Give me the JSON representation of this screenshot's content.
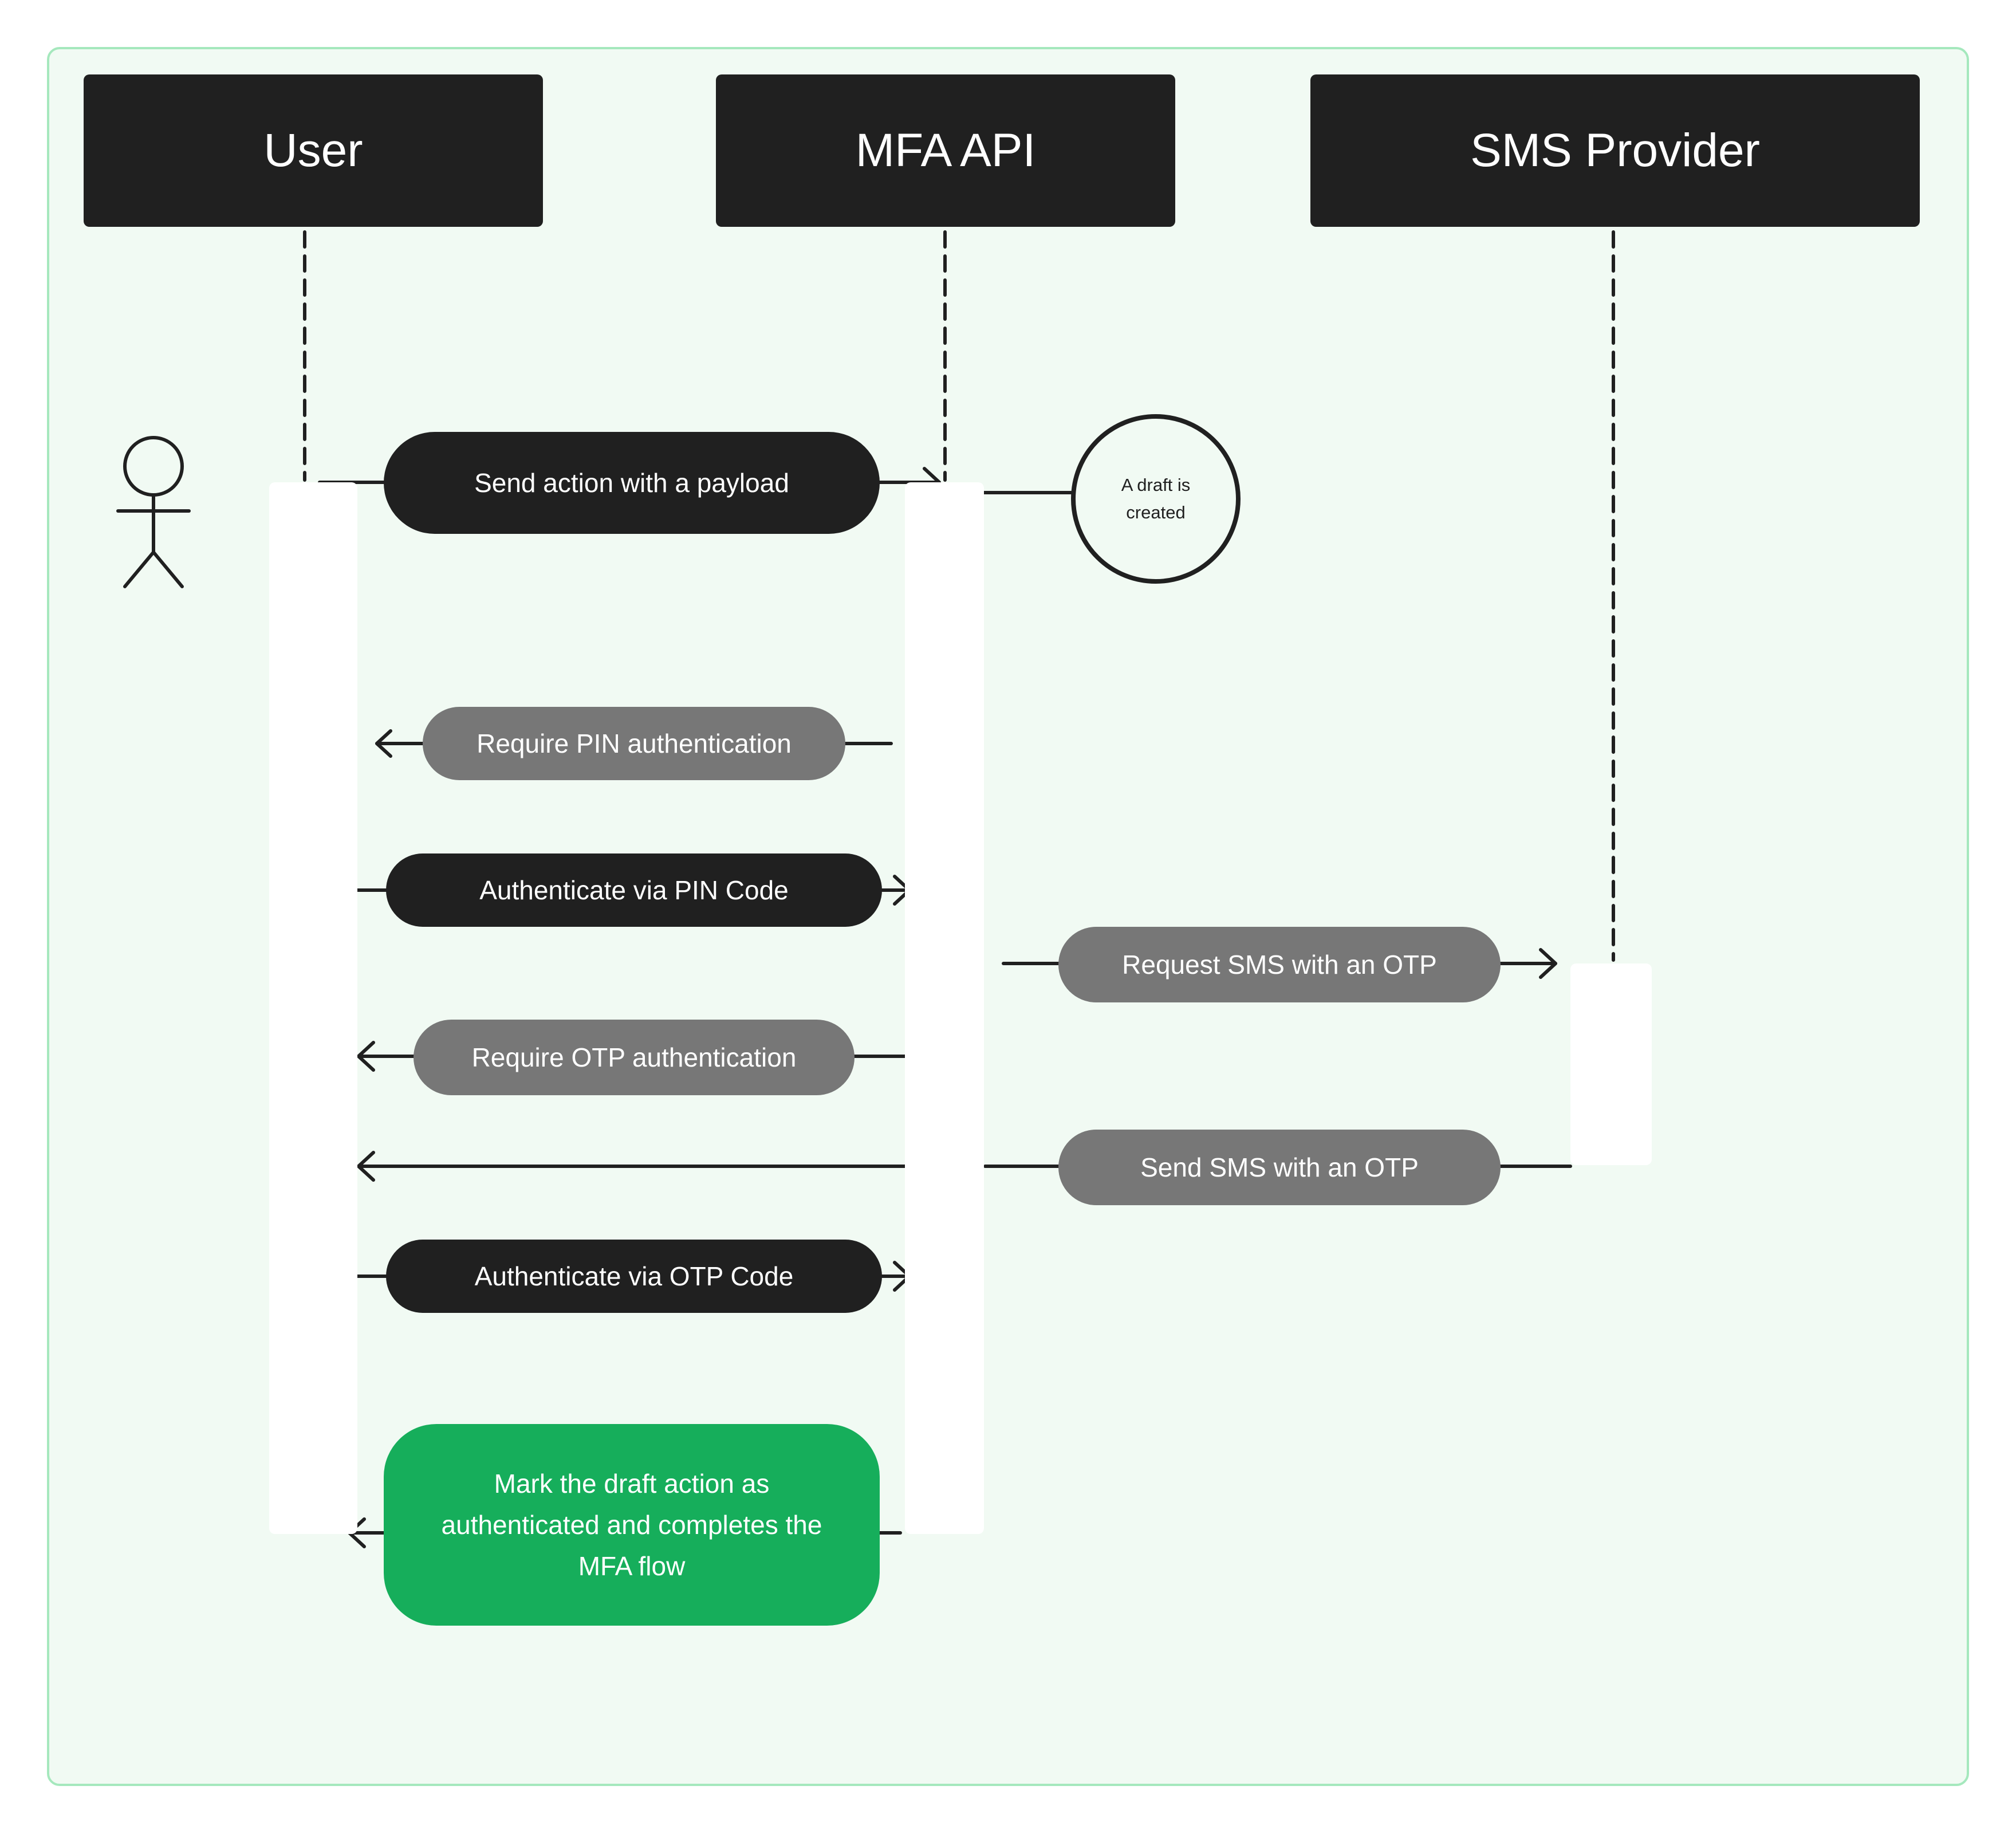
{
  "participants": {
    "user": "User",
    "mfa_api": "MFA API",
    "sms_provider": "SMS Provider"
  },
  "note": "A draft is created",
  "messages": {
    "send_action": "Send action with a payload",
    "require_pin": "Require PIN authentication",
    "auth_pin": "Authenticate via PIN Code",
    "request_sms": "Request SMS with an OTP",
    "require_otp": "Require OTP authentication",
    "send_sms": "Send SMS with an OTP",
    "auth_otp": "Authenticate via OTP Code",
    "mark_complete": "Mark the draft action as authenticated and completes the MFA flow"
  },
  "colors": {
    "background": "#f1faf3",
    "border": "#a5e8bd",
    "dark": "#202020",
    "gray": "#777777",
    "success": "#16ae5b"
  }
}
